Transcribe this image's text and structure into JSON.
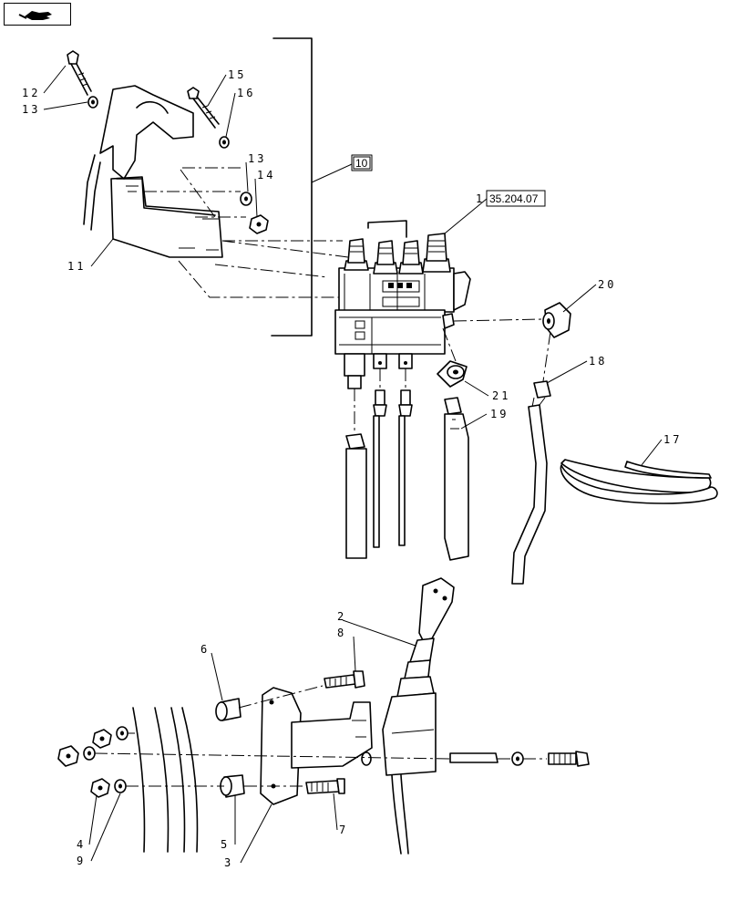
{
  "nav": {
    "icon": "hand-pointer-icon"
  },
  "group_box": {
    "ref": "10"
  },
  "assembly_ref": {
    "item": "1",
    "code": "35.204.07"
  },
  "callouts": {
    "c12": "12",
    "c13a": "13",
    "c15": "15",
    "c16": "16",
    "c13b": "13",
    "c14": "14",
    "c11": "11",
    "c20": "20",
    "c18": "18",
    "c21": "21",
    "c19": "19",
    "c17": "17",
    "c2": "2",
    "c8": "8",
    "c6": "6",
    "c7": "7",
    "c5": "5",
    "c3": "3",
    "c4": "4",
    "c9": "9"
  }
}
